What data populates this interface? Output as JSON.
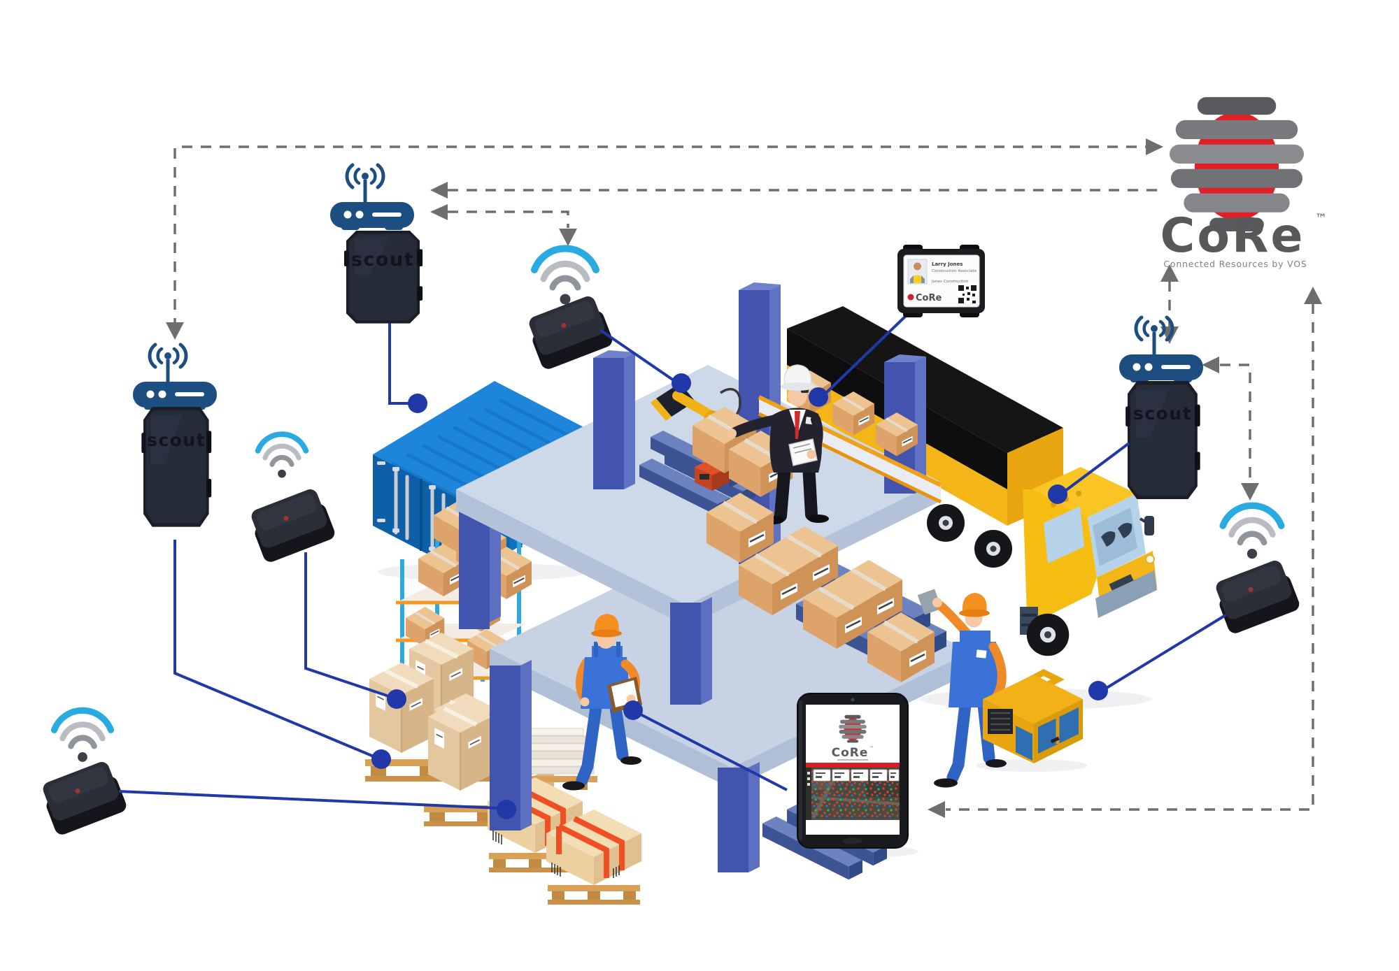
{
  "brand": {
    "name": "CoRe",
    "tm": "™",
    "tagline": "Connected Resources by VOS"
  },
  "devices": {
    "scout_label": "scout"
  },
  "badge": {
    "name": "Larry Jones",
    "role": "Construction Associate",
    "company": "Jones Construction",
    "brand": "CoRe"
  },
  "tablet": {
    "brand": "CoRe",
    "tm": "™"
  },
  "icons": {
    "wifi_waves": "wifi-signal-icon",
    "router_antenna": "gateway-router-icon",
    "cloud_logo": "core-sphere-logo",
    "qr": "qr-code-icon"
  },
  "entities": [
    "CoRe cloud platform",
    "scout gateway top",
    "scout gateway left",
    "scout gateway right",
    "asset sensor top-middle",
    "asset sensor left",
    "asset sensor bottom-left",
    "asset sensor right",
    "blue shipping container",
    "storage rack with boxes",
    "wrapped pallet stacks",
    "strapped pallet boxes",
    "two-level steel structure",
    "robot scanner arm",
    "site manager with hard hat",
    "worker with clipboard",
    "worker loading truck",
    "yellow box truck",
    "yellow tool case",
    "CoRe tablet app with asset map",
    "worker ID badge card"
  ],
  "connections": [
    {
      "from": "scout gateway left",
      "to": "CoRe cloud",
      "style": "dashed"
    },
    {
      "from": "CoRe cloud",
      "to": "scout gateway top",
      "style": "dashed"
    },
    {
      "from": "asset sensor top-middle",
      "to": "scout gateway top",
      "style": "dashed"
    },
    {
      "from": "CoRe cloud",
      "to": "scout gateway right",
      "style": "dashed-double"
    },
    {
      "from": "scout gateway right",
      "to": "asset sensor right",
      "style": "dashed"
    },
    {
      "from": "CoRe cloud",
      "to": "tablet app",
      "style": "dashed"
    },
    {
      "from": "scout gateway top",
      "to": "shipping container",
      "style": "solid-dot"
    },
    {
      "from": "scout gateway left",
      "to": "wrapped pallets",
      "style": "solid-dot"
    },
    {
      "from": "asset sensor left",
      "to": "rack pallets",
      "style": "solid-dot"
    },
    {
      "from": "asset sensor bottom-left",
      "to": "strapped pallet",
      "style": "solid-dot"
    },
    {
      "from": "asset sensor top-middle",
      "to": "robot scanner",
      "style": "solid-dot"
    },
    {
      "from": "ID badge",
      "to": "site manager",
      "style": "solid-dot"
    },
    {
      "from": "scout gateway right",
      "to": "truck",
      "style": "solid-dot"
    },
    {
      "from": "asset sensor right",
      "to": "tool case",
      "style": "solid-dot"
    },
    {
      "from": "worker clipboard",
      "to": "tablet app",
      "style": "solid-dot"
    }
  ],
  "colors": {
    "annotation_blue": "#2038a8",
    "dashed_gray": "#6e6e6e",
    "router_blue": "#1c4e82",
    "wifi_blue": "#29abe2",
    "container_blue": "#1371c2",
    "truck_yellow": "#f5b916",
    "logo_red": "#e31e25",
    "logo_gray": "#77797c",
    "app_red_bar": "#d41f26"
  }
}
